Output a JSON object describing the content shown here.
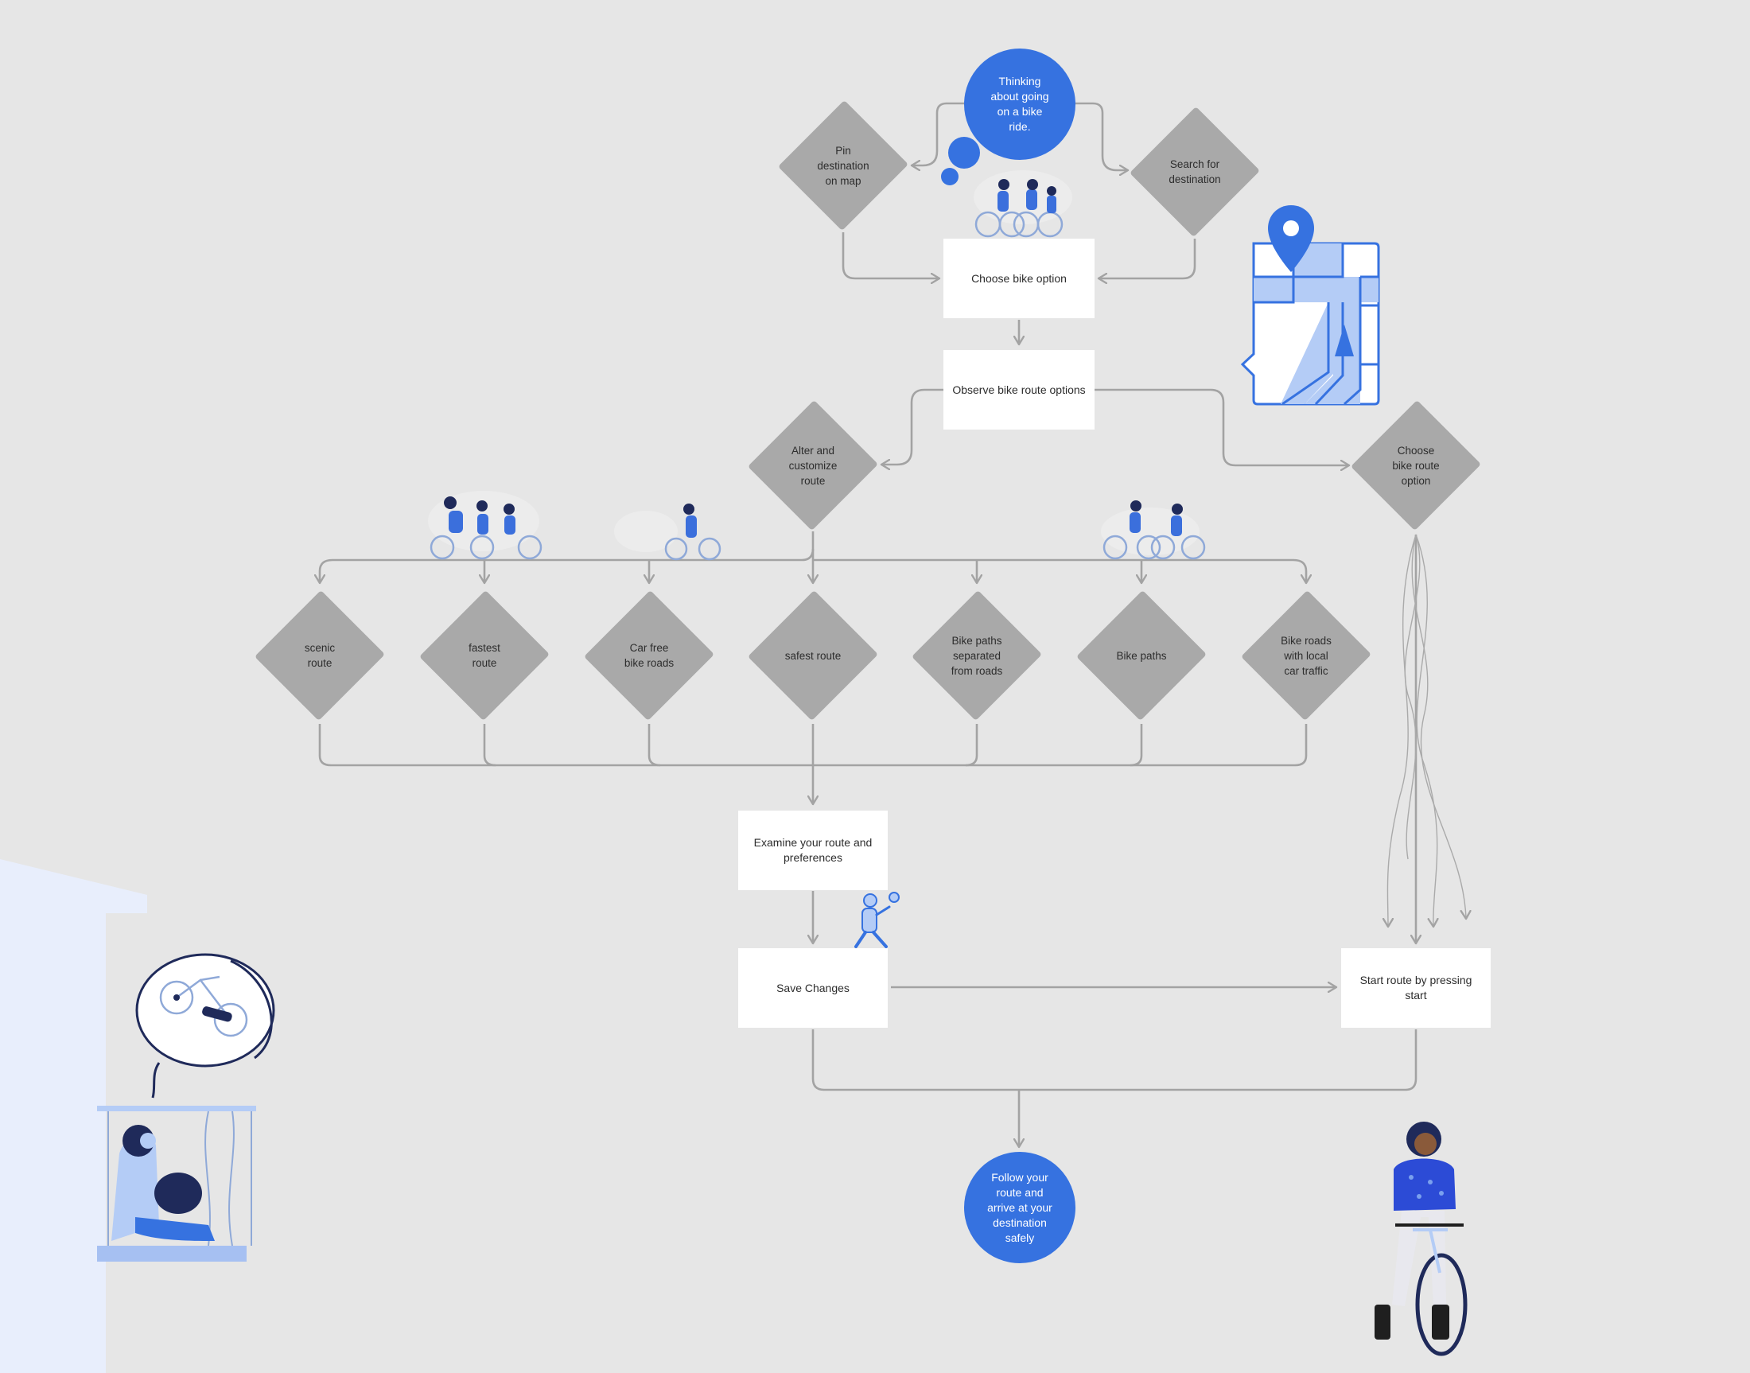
{
  "colors": {
    "background": "#e6e6e6",
    "box": "#ffffff",
    "diamond": "#a9a9a9",
    "connector": "#a3a3a3",
    "accent_blue": "#3672e0",
    "light_blue": "#b4ccf6",
    "dark_navy": "#1f2a5a",
    "pale_blue": "#e6eefc"
  },
  "nodes": {
    "start": "Thinking about going on a bike ride.",
    "pin_destination": "Pin\ndestination\non map",
    "search_destination": "Search for\ndestination",
    "choose_bike_option": "Choose bike option",
    "observe_route_options": "Observe bike route options",
    "alter_customize": "Alter and\ncustomize\nroute",
    "choose_route_option": "Choose\nbike route\noption",
    "scenic": "scenic\nroute",
    "fastest": "fastest\nroute",
    "car_free": "Car free\nbike roads",
    "safest": "safest route",
    "separated": "Bike paths\nseparated\nfrom roads",
    "bike_paths": "Bike paths",
    "local_traffic": "Bike roads\nwith local\ncar traffic",
    "examine": "Examine your route and\npreferences",
    "save_changes": "Save Changes",
    "start_route": "Start route by pressing\nstart",
    "end": "Follow your route and arrive at your destination safely"
  },
  "illustrations": [
    "three-cyclists-illustration",
    "map-location-pin-icon",
    "tandem-cyclists-illustration",
    "solo-cyclist-illustration",
    "two-cyclists-illustration",
    "walking-person-illustration",
    "thought-bubble-bike-illustration",
    "woman-on-balcony-illustration",
    "woman-with-bicycle-illustration"
  ]
}
